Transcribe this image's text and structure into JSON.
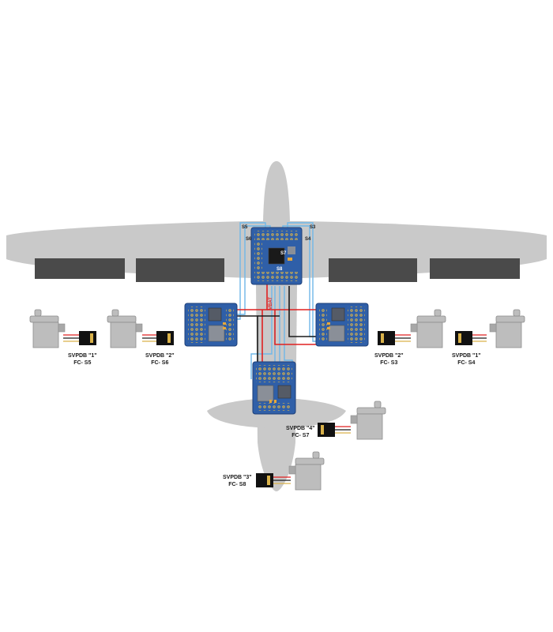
{
  "colors": {
    "airframe": "#c9c9c9",
    "control_surface": "#4a4a4a",
    "board": "#2f5fa8",
    "board_dark": "#1e3f78",
    "pad": "#d9b24a",
    "signal_wire": "#6fb7e8",
    "power_wire": "#e02020",
    "ground_wire": "#1a1a1a",
    "servo_body": "#bdbdbd",
    "connector": "#111111"
  },
  "flight_controller": {
    "pin_labels": [
      "S5",
      "S6",
      "S3",
      "S4",
      "S7",
      "S8"
    ],
    "vbat_label": "VBAT"
  },
  "servo_labels": [
    {
      "line1": "SVPDB \"1\"",
      "line2": "FC- S5"
    },
    {
      "line1": "SVPDB \"2\"",
      "line2": "FC- S6"
    },
    {
      "line1": "SVPDB \"2\"",
      "line2": "FC- S3"
    },
    {
      "line1": "SVPDB \"1\"",
      "line2": "FC- S4"
    },
    {
      "line1": "SVPDB \"4\"",
      "line2": "FC- S7"
    },
    {
      "line1": "SVPDB \"3\"",
      "line2": "FC- S8"
    }
  ]
}
